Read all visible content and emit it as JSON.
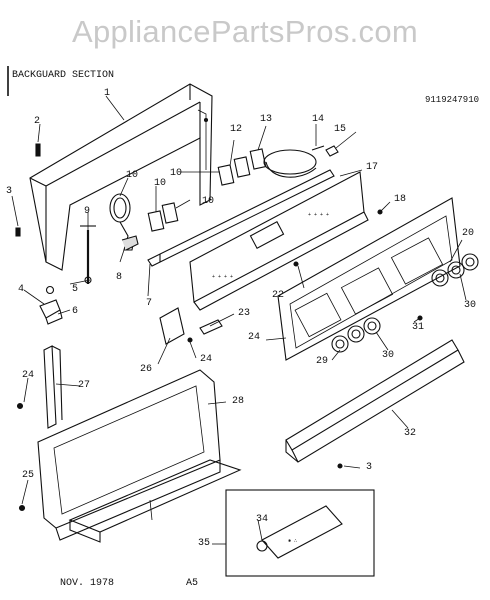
{
  "watermark": "AppliancePartsPros.com",
  "section_title": "BACKGUARD SECTION",
  "model_code": "9119247910",
  "footer": {
    "date": "NOV. 1978",
    "page": "A5"
  },
  "callouts": [
    "1",
    "2",
    "3",
    "4",
    "5",
    "6",
    "7",
    "8",
    "9",
    "10",
    "10",
    "10",
    "10",
    "12",
    "13",
    "14",
    "15",
    "17",
    "18",
    "20",
    "22",
    "23",
    "24",
    "24",
    "24",
    "25",
    "26",
    "27",
    "28",
    "29",
    "30",
    "30",
    "31",
    "32",
    "3",
    "34",
    "35"
  ],
  "colors": {
    "line": "#111111",
    "watermark": "#c9c9c9"
  }
}
